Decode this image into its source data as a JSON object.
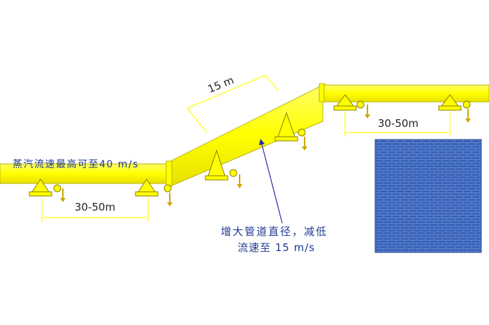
{
  "labels": {
    "steam_velocity": "蒸汽流速最高可至40 m/s",
    "length_incline": "15 m",
    "span_left": "30-50m",
    "span_right": "30-50m",
    "note_line1": "增大管道直径，减低",
    "note_line2": "流速至 15 m/s"
  },
  "colors": {
    "pipe_fill": "#ffff00",
    "pipe_stroke": "#b8b400",
    "dimension": "#ffff33",
    "annotation_text": "#1f3a93",
    "arrow": "#2a2aa8",
    "wall": "#3a63b8",
    "support_stroke": "#8a7d00"
  }
}
